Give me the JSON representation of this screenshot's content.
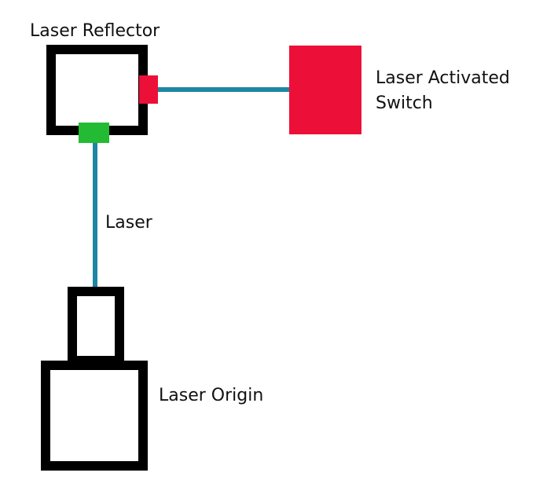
{
  "labels": {
    "reflector": "Laser Reflector",
    "laser": "Laser",
    "switch_line1": "Laser Activated",
    "switch_line2": "Switch",
    "origin": "Laser Origin"
  },
  "colors": {
    "outline": "#000000",
    "beam": "#1f87a3",
    "switch": "#ec1038",
    "receptor": "#ec1038",
    "emitter_port": "#22bb33",
    "background": "#ffffff"
  }
}
